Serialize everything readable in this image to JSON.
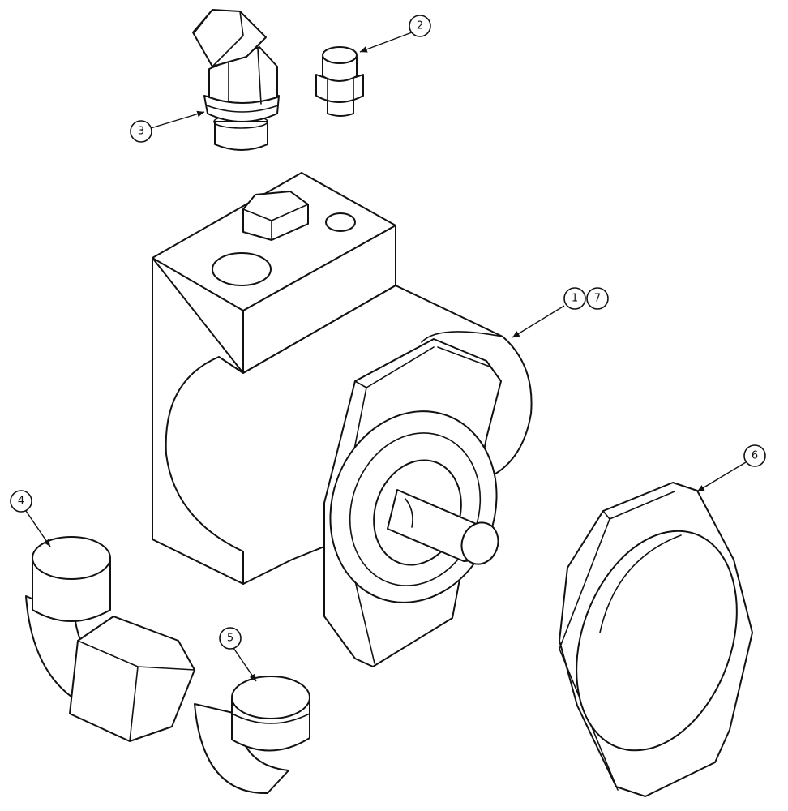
{
  "callouts": {
    "c1": "1",
    "c7": "7",
    "c2": "2",
    "c3": "3",
    "c4": "4",
    "c5": "5",
    "c6": "6"
  }
}
